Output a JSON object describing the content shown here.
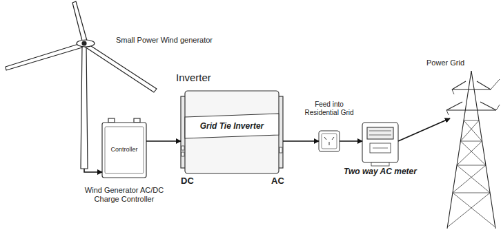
{
  "diagram": {
    "nodes": [
      {
        "text": [
          "Small Power Wind generator"
        ]
      },
      {
        "text": [
          "Controller",
          "Wind Generator AC/DC Charge Controller"
        ]
      },
      {
        "text": [
          "Inverter",
          "Grid Tie Inverter"
        ]
      },
      {
        "text": [
          "Feed into Residential Grid"
        ]
      },
      {
        "text": [
          "Two way AC meter"
        ]
      },
      {
        "text": [
          "Power Grid"
        ]
      }
    ],
    "edges": [
      {
        "from": 0,
        "to": 1,
        "arrow": "to"
      },
      {
        "from": 1,
        "to": 2,
        "arrow": "to"
      },
      {
        "from": 2,
        "to": 3,
        "arrow": "to"
      },
      {
        "from": 3,
        "to": 4,
        "arrow": "to"
      },
      {
        "from": 4,
        "to": 5,
        "arrow": "to"
      }
    ],
    "labels": [
      "DC",
      "AC"
    ]
  }
}
